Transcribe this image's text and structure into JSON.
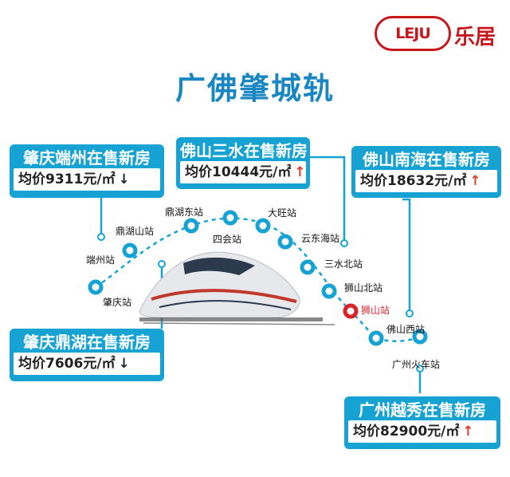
{
  "logo": {
    "mark": "LEJU",
    "text": "乐居"
  },
  "title": "广佛肇城轨",
  "cards": {
    "zhaoqing_duanzhou": {
      "head": "肇庆端州在售新房",
      "price": "均价9311元/㎡",
      "trend": "down"
    },
    "foshan_sanshui": {
      "head": "佛山三水在售新房",
      "price": "均价10444元/㎡",
      "trend": "up"
    },
    "foshan_nanhai": {
      "head": "佛山南海在售新房",
      "price": "均价18632元/㎡",
      "trend": "up"
    },
    "zhaoqing_dinghu": {
      "head": "肇庆鼎湖在售新房",
      "price": "均价7606元/㎡",
      "trend": "down"
    },
    "guangzhou_yuexiu": {
      "head": "广州越秀在售新房",
      "price": "均价82900元/㎡",
      "trend": "up"
    }
  },
  "trend_symbols": {
    "up": "↑",
    "down": "↓"
  },
  "stations": [
    "肇庆站",
    "端州站",
    "鼎湖山站",
    "鼎湖东站",
    "四会站",
    "大旺站",
    "云东海站",
    "三水北站",
    "狮山北站",
    "狮山站",
    "佛山西站",
    "广州火车站"
  ],
  "highlight_station": "狮山站",
  "colors": {
    "accent": "#16a3d4",
    "title": "#1a86c2",
    "highlight": "#d8232a",
    "brand": "#c8161d"
  }
}
